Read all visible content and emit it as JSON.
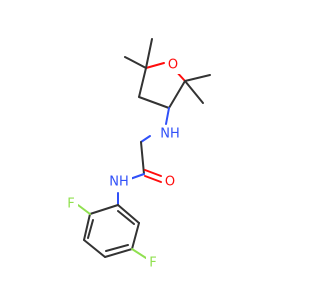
{
  "molecule": {
    "colors": {
      "carbon_bond": "#333333",
      "oxygen": "#ff0d0d",
      "nitrogen": "#3050f8",
      "fluorine": "#90e050"
    },
    "labels": {
      "ring_oxygen": "O",
      "amine_nh": "NH",
      "carbonyl_oxygen": "O",
      "amide_nh": "NH",
      "fluorine_top": "F",
      "fluorine_bottom": "F"
    }
  }
}
